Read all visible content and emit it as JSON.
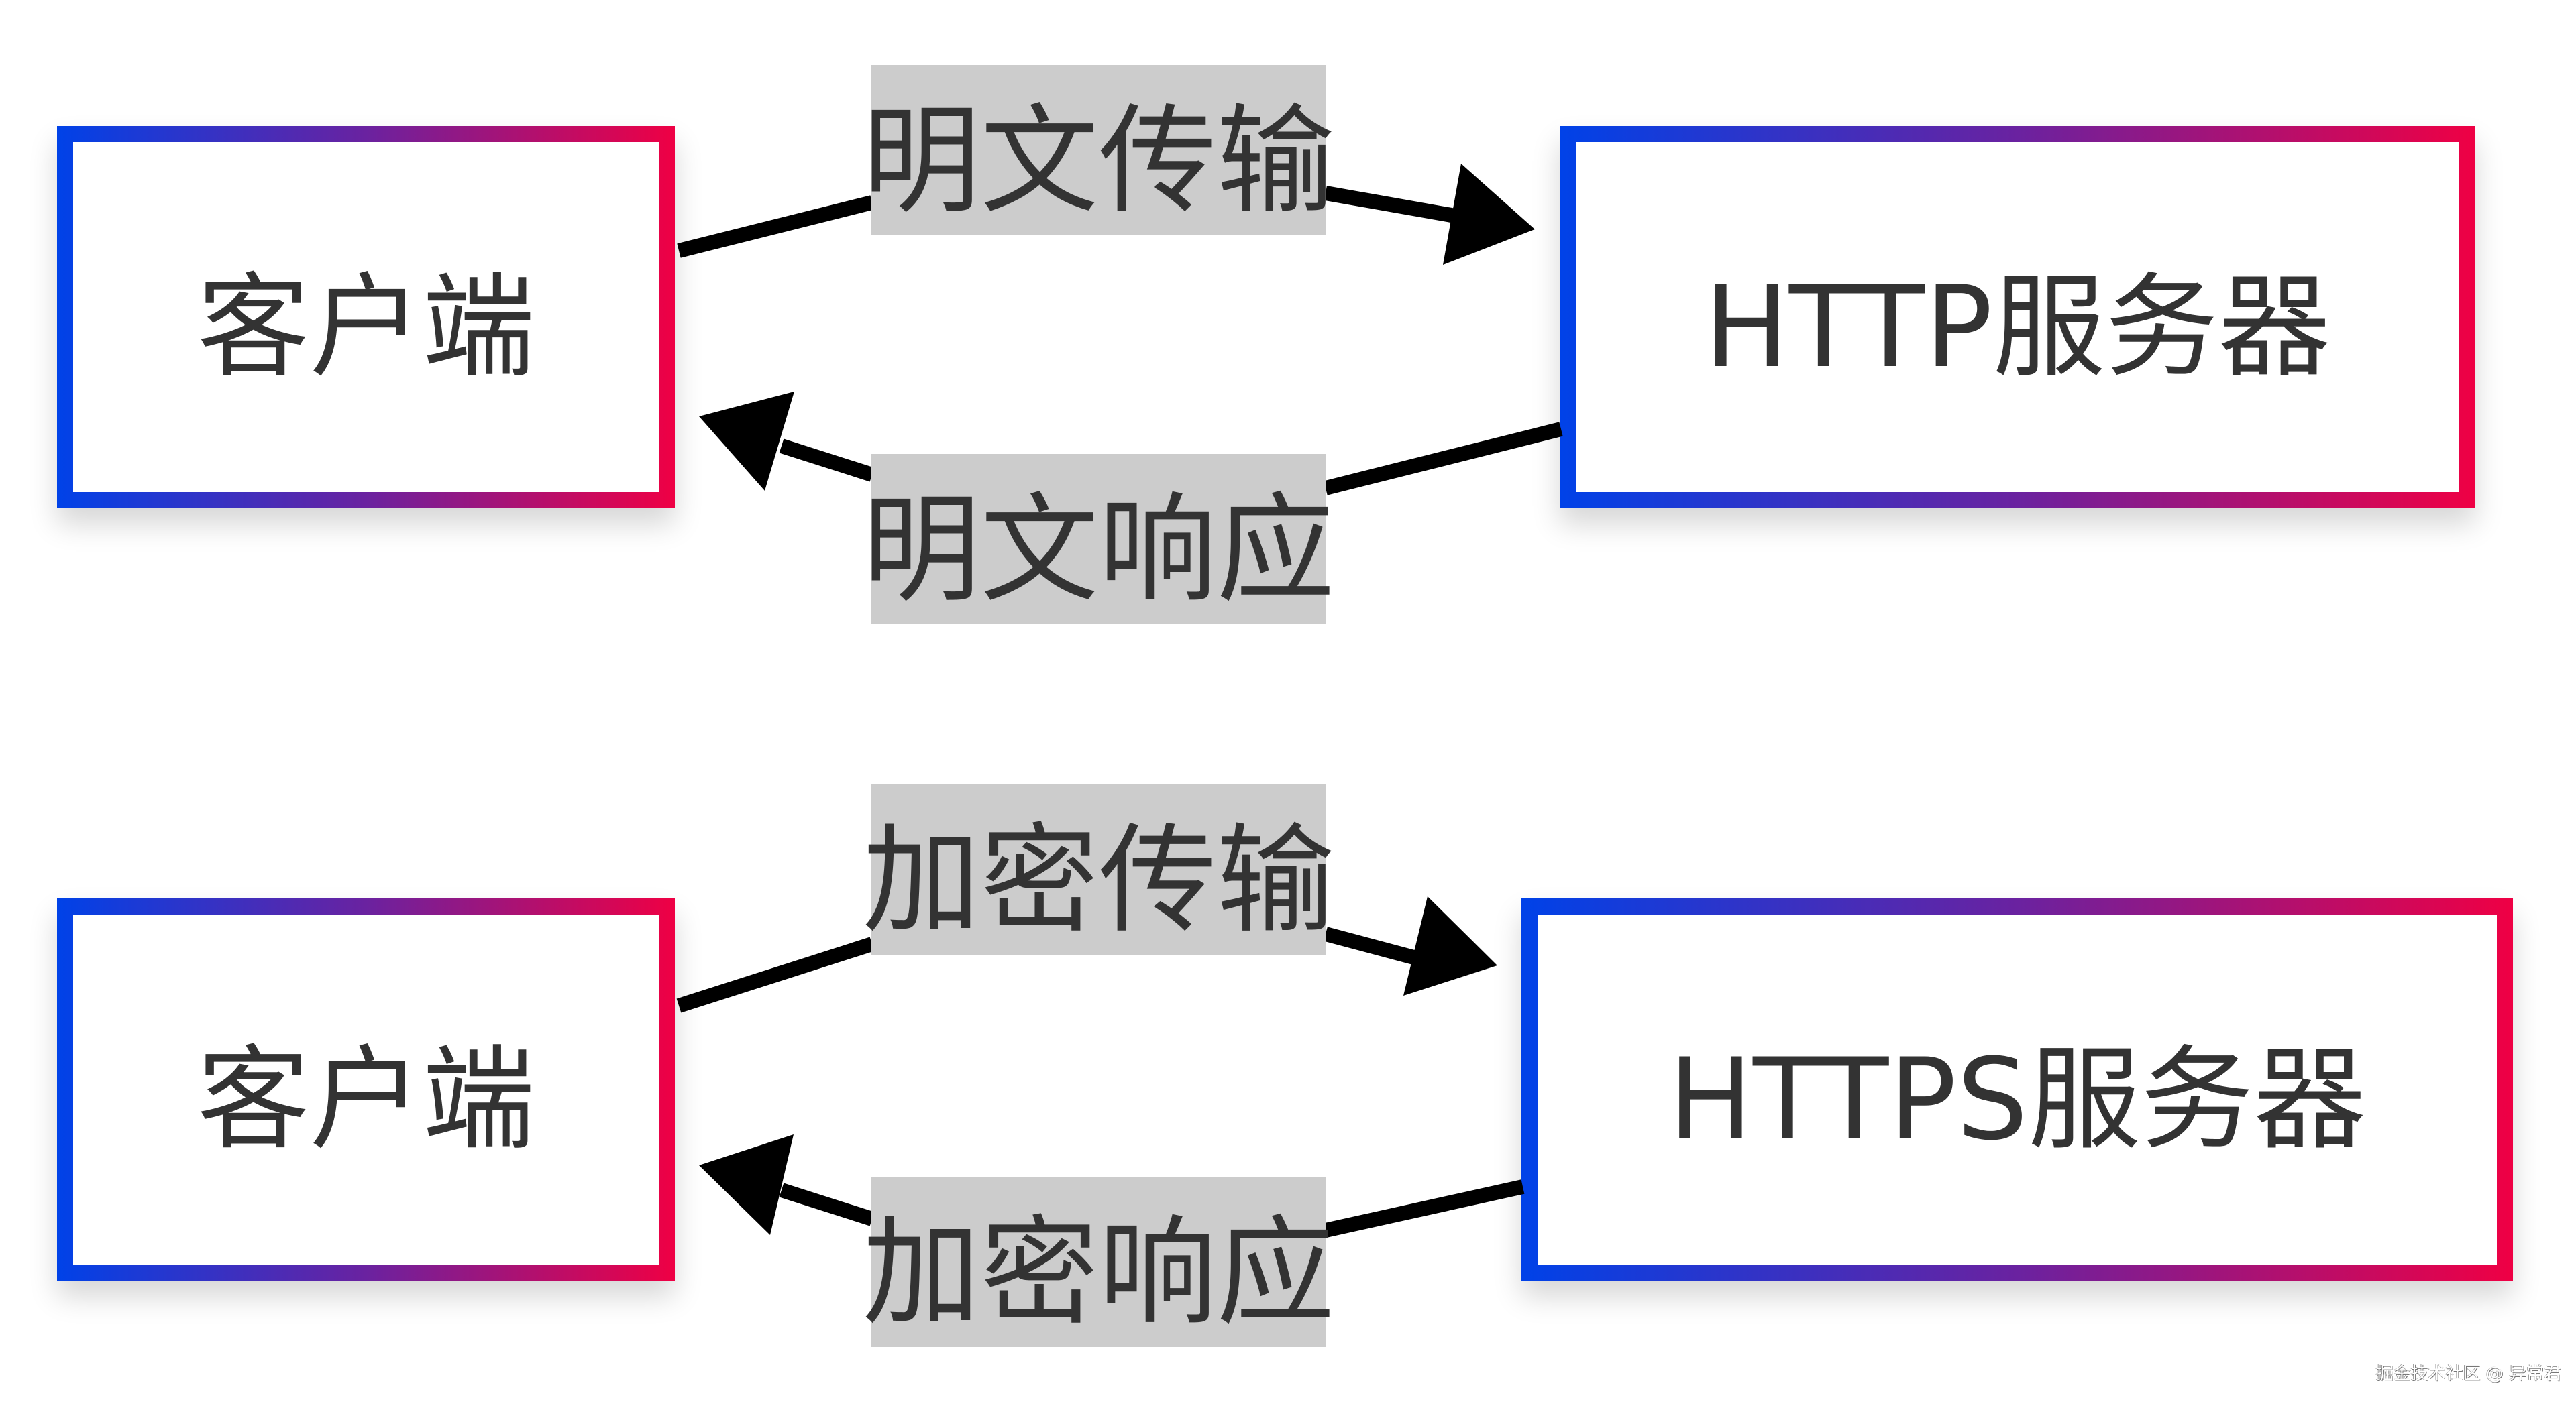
{
  "diagram": {
    "http_section": {
      "client": {
        "label": "客户端"
      },
      "server": {
        "label": "HTTP服务器"
      },
      "request_edge": {
        "label": "明文传输"
      },
      "response_edge": {
        "label": "明文响应"
      }
    },
    "https_section": {
      "client": {
        "label": "客户端"
      },
      "server": {
        "label": "HTTPS服务器"
      },
      "request_edge": {
        "label": "加密传输"
      },
      "response_edge": {
        "label": "加密响应"
      }
    },
    "colors": {
      "border_gradient_start": "#0042e8",
      "border_gradient_end": "#ef0044",
      "edge_label_bg": "#cccccc",
      "text": "#333333",
      "edge": "#000000"
    }
  },
  "watermark": {
    "text": "掘金技术社区 @ 异常君"
  }
}
